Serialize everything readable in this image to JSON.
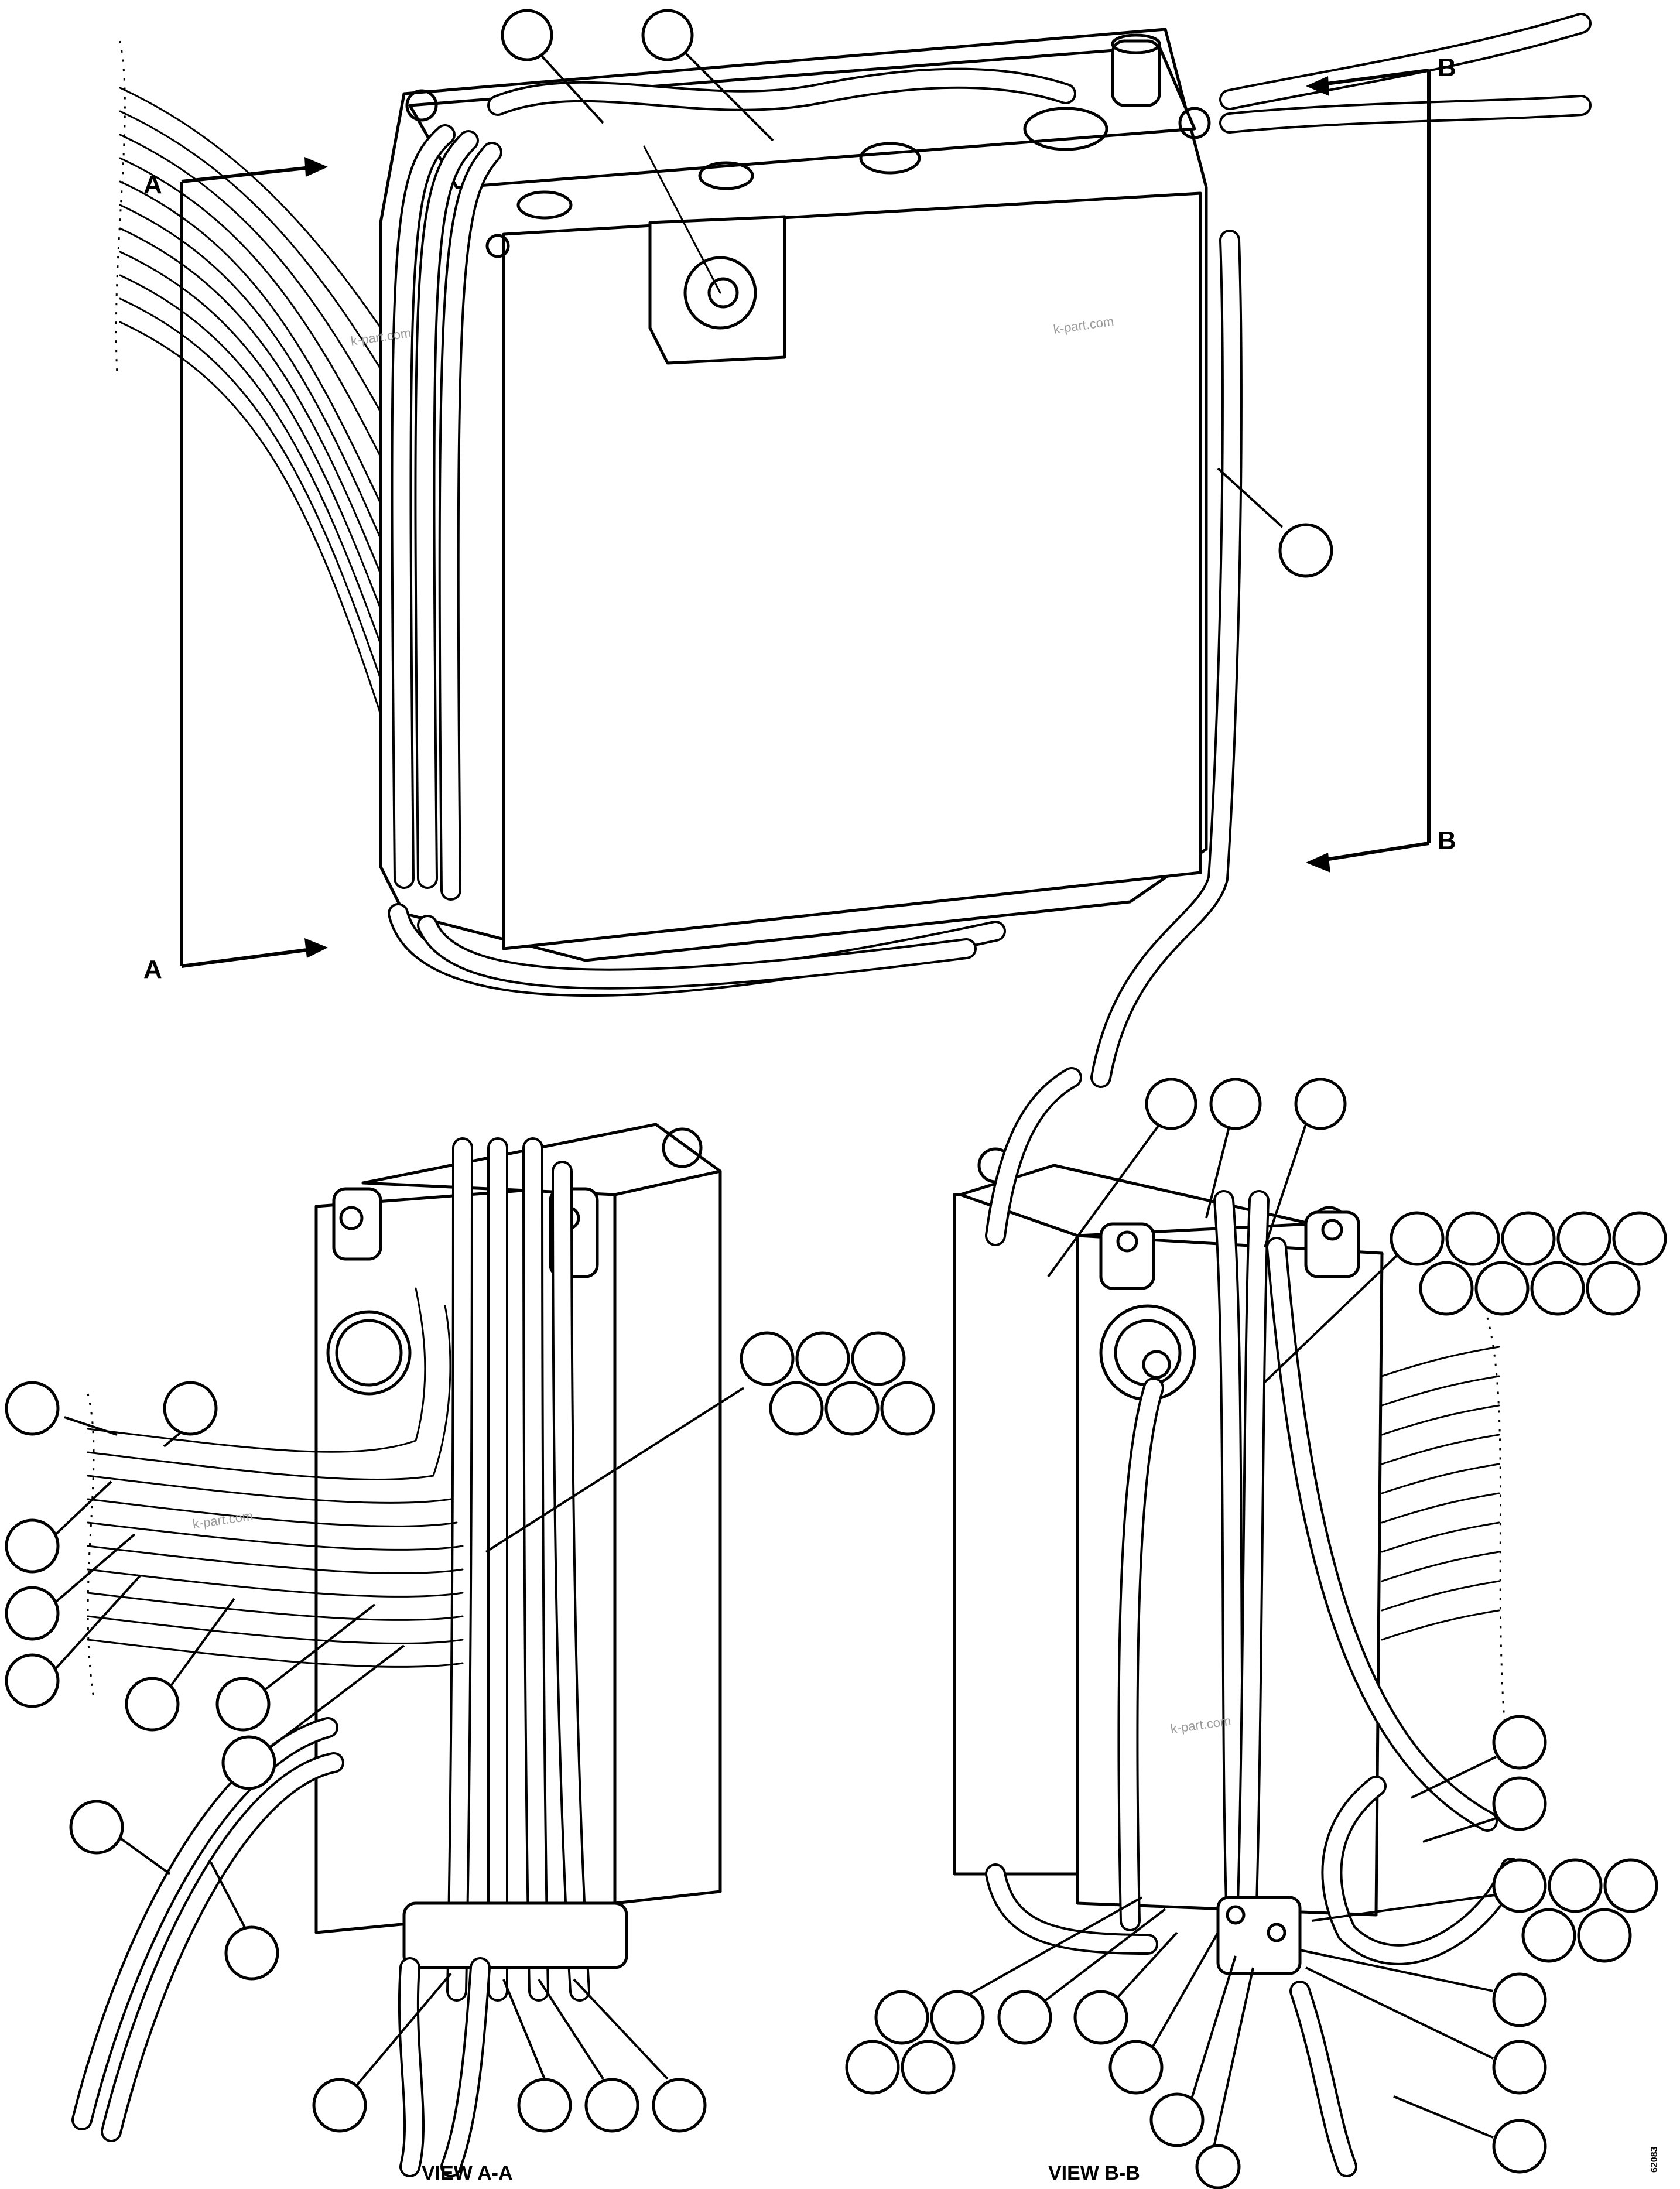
{
  "section_marks": {
    "a_top": "A",
    "a_bottom": "A",
    "b_top": "B",
    "b_bottom": "B"
  },
  "view_labels": {
    "view_a": "VIEW A-A",
    "view_b": "VIEW B-B"
  },
  "watermarks": [
    "k-part.com",
    "k-part.com",
    "k-part.com",
    "k-part.com"
  ],
  "figure_code": "62083"
}
